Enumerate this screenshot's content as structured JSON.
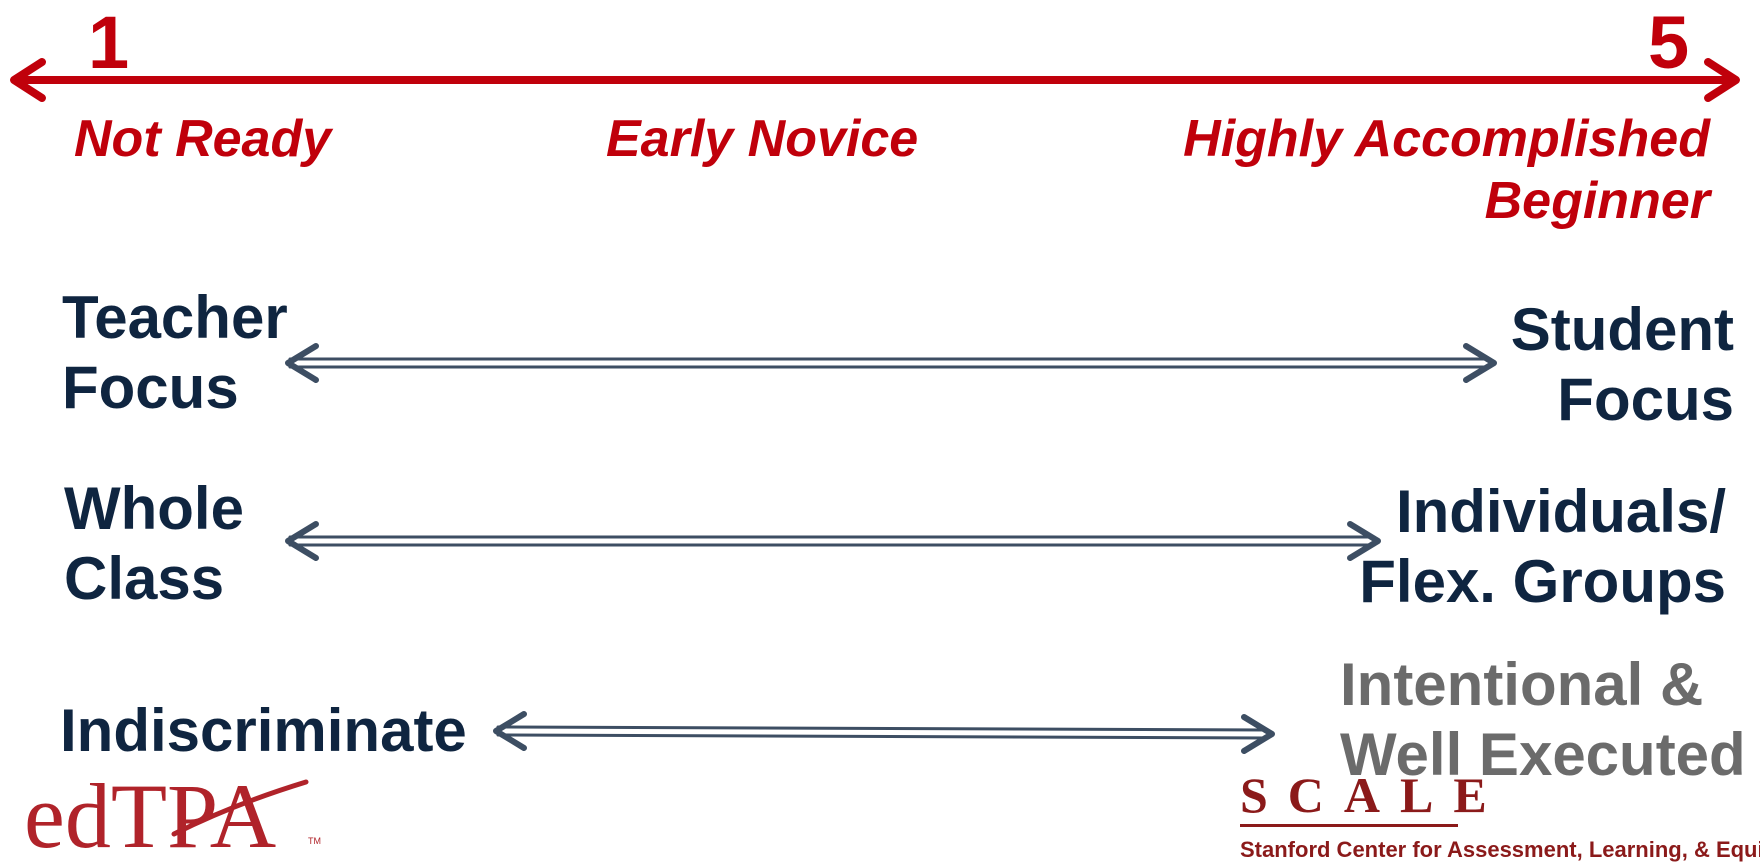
{
  "colors": {
    "accent": "#c0000b",
    "navy": "#0f2540",
    "gray": "#6b6b6b",
    "arrow": "#3d4e63",
    "edtpa": "#b0232a",
    "scale": "#8b1a1a"
  },
  "scale_ends": {
    "low": "1",
    "high": "5"
  },
  "levels": {
    "left": "Not Ready",
    "middle": "Early Novice",
    "right_line1": "Highly Accomplished",
    "right_line2": "Beginner"
  },
  "continua": [
    {
      "left_line1": "Teacher",
      "left_line2": "Focus",
      "right_line1": "Student",
      "right_line2": "Focus"
    },
    {
      "left_line1": "Whole",
      "left_line2": "Class",
      "right_line1": "Individuals/",
      "right_line2": "Flex. Groups"
    },
    {
      "left": "Indiscriminate",
      "right_line1": "Intentional &",
      "right_line2": "Well Executed"
    }
  ],
  "logos": {
    "edtpa_text": "edTPA",
    "edtpa_tm": "TM",
    "scale_text": "SCALE",
    "scale_sub": "Stanford Center for Assessment, Learning, & Equity"
  }
}
